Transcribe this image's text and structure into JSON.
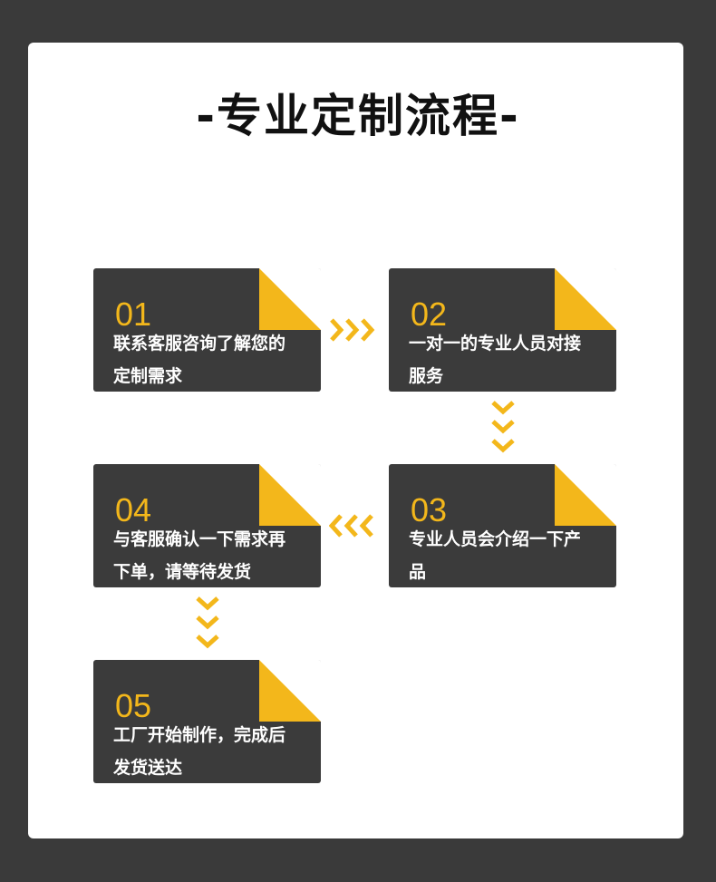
{
  "title": "-专业定制流程-",
  "colors": {
    "accent": "#f3b71b",
    "card": "#3b3b3b",
    "frame": "#3a3a3a",
    "panel": "#ffffff"
  },
  "steps": [
    {
      "num": "01",
      "line1": "联系客服咨询了解您的",
      "line2": "定制需求"
    },
    {
      "num": "02",
      "line1": "一对一的专业人员对接",
      "line2": "服务"
    },
    {
      "num": "03",
      "line1": "专业人员会介绍一下产",
      "line2": "品"
    },
    {
      "num": "04",
      "line1": "与客服确认一下需求再",
      "line2": "下单，请等待发货"
    },
    {
      "num": "05",
      "line1": "工厂开始制作，完成后",
      "line2": "发货送达"
    }
  ]
}
